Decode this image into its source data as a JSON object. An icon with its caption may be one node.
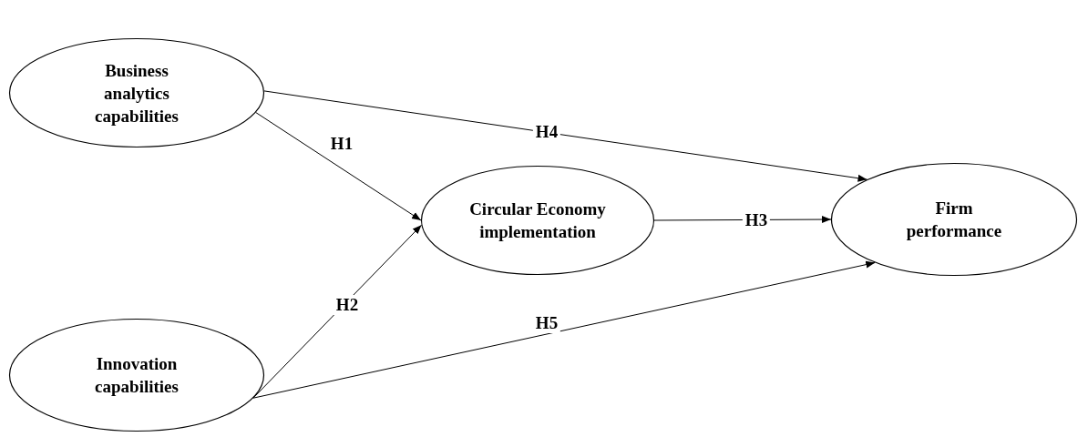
{
  "diagram": {
    "nodes": [
      {
        "text": [
          "Business analytics capabilities"
        ]
      },
      {
        "text": [
          "Circular Economy implementation"
        ]
      },
      {
        "text": [
          "Firm performance"
        ]
      },
      {
        "text": [
          "Innovation capabilities"
        ]
      }
    ],
    "edges": [
      {
        "from": 0,
        "to": 1,
        "arrow": "to",
        "label": "H1"
      },
      {
        "from": 3,
        "to": 1,
        "arrow": "to",
        "label": "H2"
      },
      {
        "from": 1,
        "to": 2,
        "arrow": "to",
        "label": "H3"
      },
      {
        "from": 0,
        "to": 2,
        "arrow": "to",
        "label": "H4"
      },
      {
        "from": 3,
        "to": 2,
        "arrow": "to",
        "label": "H5"
      }
    ]
  }
}
